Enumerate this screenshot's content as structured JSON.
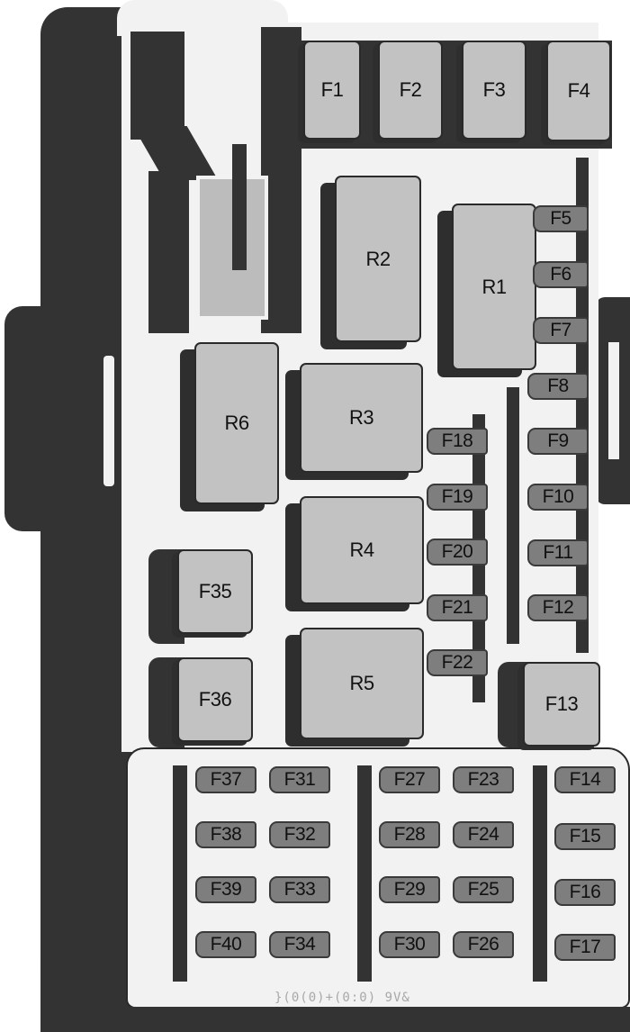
{
  "diagram": {
    "type": "fuse-box-layout",
    "colors": {
      "housing_dark": "#333333",
      "housing_light": "#f2f2f2",
      "relay_fill": "#c2c2c2",
      "minifuse_fill": "#7e7e7e",
      "label": "#111111"
    },
    "fuses_top": [
      {
        "id": "F1",
        "label": "F1"
      },
      {
        "id": "F2",
        "label": "F2"
      },
      {
        "id": "F3",
        "label": "F3"
      },
      {
        "id": "F4",
        "label": "F4"
      }
    ],
    "relays": [
      {
        "id": "R1",
        "label": "R1"
      },
      {
        "id": "R2",
        "label": "R2"
      },
      {
        "id": "R3",
        "label": "R3"
      },
      {
        "id": "R4",
        "label": "R4"
      },
      {
        "id": "R5",
        "label": "R5"
      },
      {
        "id": "R6",
        "label": "R6"
      }
    ],
    "fuses_right_column": [
      "F5",
      "F6",
      "F7",
      "F8",
      "F9",
      "F10",
      "F11",
      "F12"
    ],
    "fuses_middle_column": [
      "F18",
      "F19",
      "F20",
      "F21",
      "F22"
    ],
    "fuses_large_side": [
      {
        "id": "F13",
        "label": "F13"
      },
      {
        "id": "F35",
        "label": "F35"
      },
      {
        "id": "F36",
        "label": "F36"
      }
    ],
    "fuses_bottom": {
      "col1": [
        "F37",
        "F38",
        "F39",
        "F40"
      ],
      "col2": [
        "F31",
        "F32",
        "F33",
        "F34"
      ],
      "col3": [
        "F27",
        "F28",
        "F29",
        "F30"
      ],
      "col4": [
        "F23",
        "F24",
        "F25",
        "F26"
      ],
      "col5": [
        "F14",
        "F15",
        "F16",
        "F17"
      ]
    },
    "molded_marking": "}(0(0)+(0:0)  9V&"
  }
}
